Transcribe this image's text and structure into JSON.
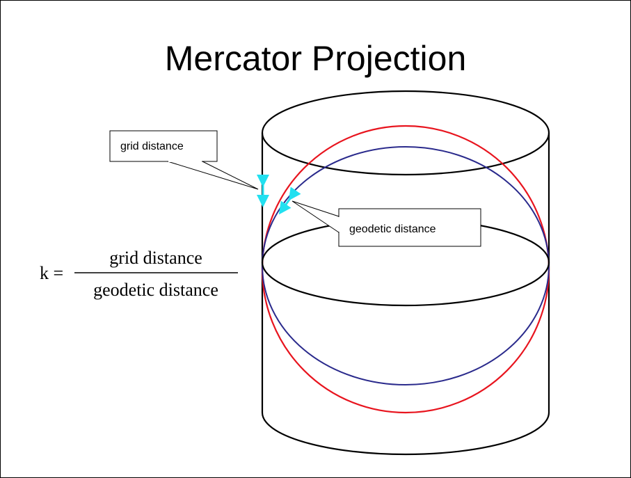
{
  "slide": {
    "title": "Mercator Projection"
  },
  "callouts": {
    "grid": "grid distance",
    "geodetic": "geodetic distance"
  },
  "formula": {
    "lhs": "k =",
    "numerator": "grid distance",
    "denominator": "geodetic distance"
  },
  "colors": {
    "outline": "#000000",
    "ellipse_outer": "#e8141e",
    "ellipse_inner": "#2a2a8c",
    "distance_arrows": "#22e0f0"
  }
}
